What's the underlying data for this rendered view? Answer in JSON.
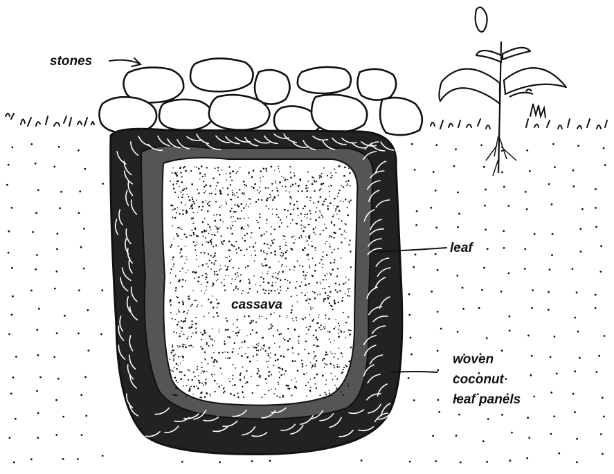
{
  "labels": {
    "stones": "stones",
    "leaf": "leaf",
    "cassava": "cassava",
    "woven_line1": "woven",
    "woven_line2": "coconut",
    "woven_line3": "leaf panels"
  },
  "colors": {
    "ink": "#111111",
    "background": "#ffffff"
  }
}
